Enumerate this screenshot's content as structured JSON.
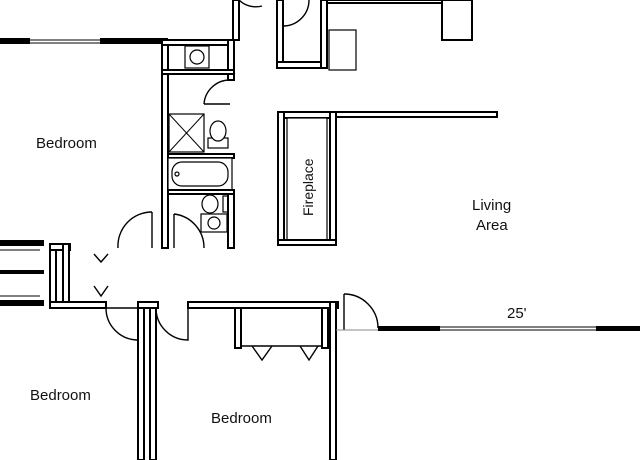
{
  "rooms": {
    "bedroom_top_left": "Bedroom",
    "bedroom_bottom_left": "Bedroom",
    "bedroom_bottom_middle": "Bedroom",
    "living_line1": "Living",
    "living_line2": "Area",
    "fireplace": "Fireplace"
  },
  "dimensions": {
    "living_width": "25'"
  }
}
